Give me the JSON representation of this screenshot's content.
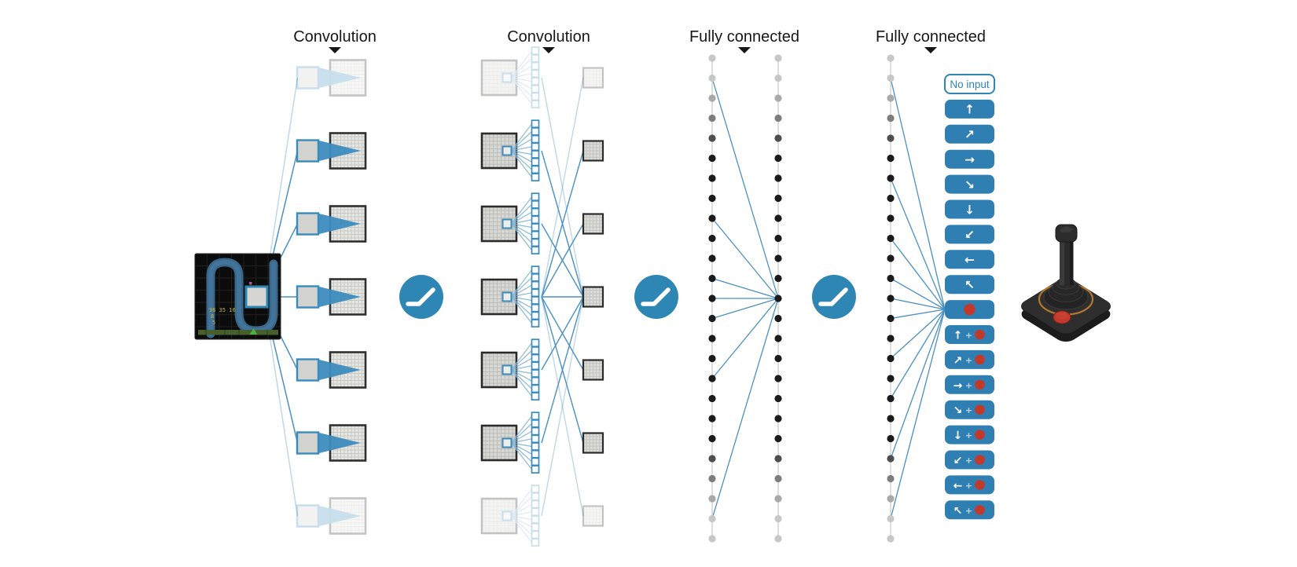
{
  "labels": {
    "conv1": "Convolution",
    "conv2": "Convolution",
    "fc1": "Fully connected",
    "fc2": "Fully connected"
  },
  "colors": {
    "accent_blue": "#2e86b5",
    "button_blue": "#2f7fb2",
    "line_blue": "#4a90c2",
    "fan_blue": "#8ab9d8",
    "fire_red": "#c2392c",
    "node_black": "#1b1b1b",
    "node_light": "#c7c7c7",
    "label_dark": "#161616",
    "map_fill": "#e6e6e3",
    "map_grid": "#c8c8c5",
    "map_border": "#2f2f2f",
    "filter_fill": "#d2d2cf",
    "screen_bg": "#0b0b0b",
    "road_blue": "#39678c",
    "hud_yellow": "#c9b23c",
    "strip_green": "#465f2c",
    "cursor_green": "#4fae3f"
  },
  "network": {
    "conv1_feature_maps": 7,
    "conv2_feature_maps": 7,
    "conv2_filters_per_location": 8,
    "fc_nodes_per_column": 25,
    "fully_connected_columns": 3,
    "faded_rows": [
      1,
      7
    ],
    "activation": "relu",
    "selected_action": "fire"
  },
  "input_screen": {
    "hud_row1": "96 35 16",
    "hud_row2": "8",
    "hud_row3": "5"
  },
  "actions": {
    "plus_sign": "+",
    "items": [
      {
        "name": "no-input",
        "label": "No input",
        "style": "outline"
      },
      {
        "name": "up",
        "arrow": "↑"
      },
      {
        "name": "up-right",
        "arrow": "↗"
      },
      {
        "name": "right",
        "arrow": "→"
      },
      {
        "name": "down-right",
        "arrow": "↘"
      },
      {
        "name": "down",
        "arrow": "↓"
      },
      {
        "name": "down-left",
        "arrow": "↙"
      },
      {
        "name": "left",
        "arrow": "←"
      },
      {
        "name": "up-left",
        "arrow": "↖"
      },
      {
        "name": "fire",
        "fire": true
      },
      {
        "name": "up-fire",
        "arrow": "↑",
        "fire": true
      },
      {
        "name": "up-right-fire",
        "arrow": "↗",
        "fire": true
      },
      {
        "name": "right-fire",
        "arrow": "→",
        "fire": true
      },
      {
        "name": "down-right-fire",
        "arrow": "↘",
        "fire": true
      },
      {
        "name": "down-fire",
        "arrow": "↓",
        "fire": true
      },
      {
        "name": "down-left-fire",
        "arrow": "↙",
        "fire": true
      },
      {
        "name": "left-fire",
        "arrow": "←",
        "fire": true
      },
      {
        "name": "up-left-fire",
        "arrow": "↖",
        "fire": true
      }
    ]
  },
  "icons": {
    "relu_circle": "relu-activation-icon",
    "layer_marker": "down-triangle-icon",
    "joystick": "atari-joystick-illustration"
  }
}
